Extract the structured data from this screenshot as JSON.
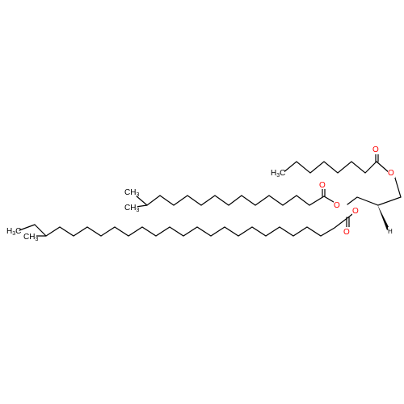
{
  "molecule": {
    "atoms": {
      "o_octanoyl_carbonyl": {
        "text": "O",
        "color": "#ff0000"
      },
      "o_octanoyl_ester": {
        "text": "O",
        "color": "#ff0000"
      },
      "o_isohexadecanoyl_carbonyl": {
        "text": "O",
        "color": "#ff0000"
      },
      "o_isohexadecanoyl_ester": {
        "text": "O",
        "color": "#ff0000"
      },
      "o_tetracosanoyl_ester": {
        "text": "O",
        "color": "#ff0000"
      },
      "o_tetracosanoyl_carbonyl": {
        "text": "O",
        "color": "#ff0000"
      },
      "h_stereocenter": {
        "text": "H",
        "color": "#000000"
      },
      "ch3_octanoyl_end": {
        "main": "H",
        "sub": "3",
        "tail": "C",
        "color": "#000000"
      },
      "ch3_isobranch_upper": {
        "main": "CH",
        "sub": "3",
        "color": "#000000"
      },
      "ch3_isobranch_lower": {
        "main": "CH",
        "sub": "3",
        "color": "#000000"
      },
      "ch3_ethyl_end": {
        "main": "H",
        "sub": "3",
        "tail": "C",
        "color": "#000000"
      },
      "ch3_anteiso_branch": {
        "main": "CH",
        "sub": "3",
        "color": "#000000"
      }
    },
    "bond_color": "#000000",
    "heteroatom_color": "#ff0000"
  }
}
